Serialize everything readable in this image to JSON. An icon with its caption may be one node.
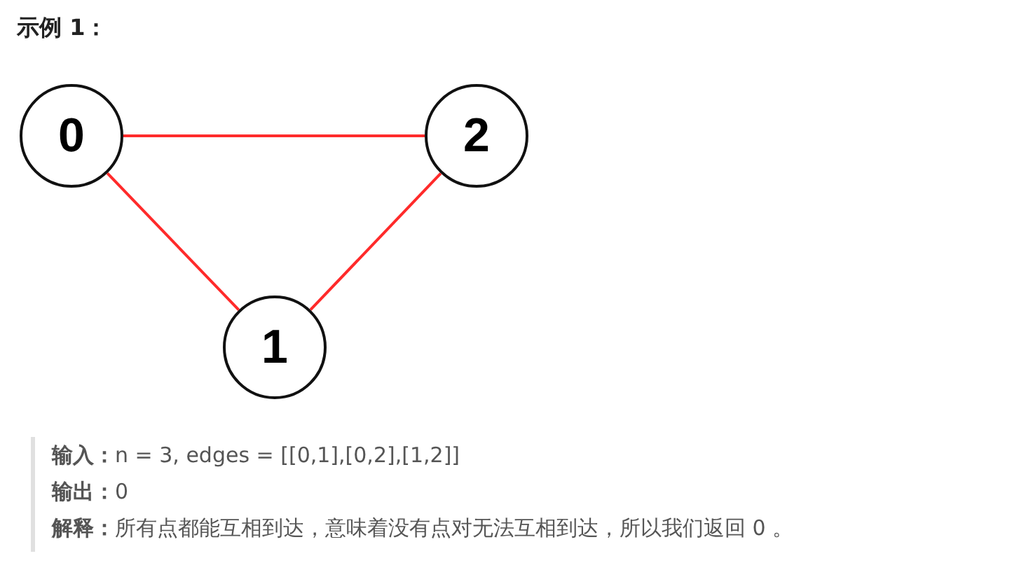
{
  "diagram": {
    "title": "示例 1：",
    "nodes": [
      {
        "text": [
          "0"
        ]
      },
      {
        "text": [
          "2"
        ]
      },
      {
        "text": [
          "1"
        ]
      }
    ],
    "edges": [
      {
        "from": 0,
        "to": 1,
        "arrow": "none",
        "color": "#ff2a2a"
      },
      {
        "from": 0,
        "to": 2,
        "arrow": "none",
        "color": "#ff2a2a"
      },
      {
        "from": 2,
        "to": 1,
        "arrow": "none",
        "color": "#ff2a2a"
      }
    ],
    "labels": [
      "**输入：**n = 3, edges = [[0,1],[0,2],[1,2]]",
      "**输出：**0",
      "**解释：**所有点都能互相到达，意味着没有点对无法互相到达，所以我们返回 0 。"
    ]
  }
}
